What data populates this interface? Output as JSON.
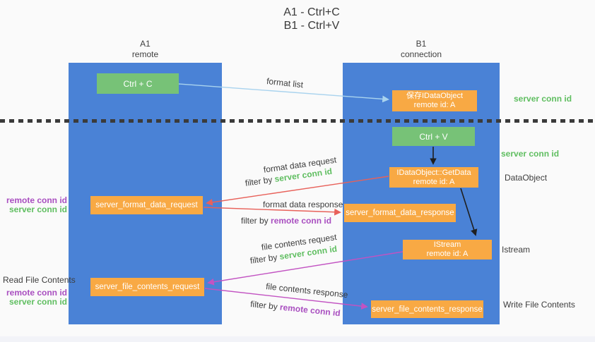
{
  "title": {
    "line1": "A1 - Ctrl+C",
    "line2": "B1 - Ctrl+V"
  },
  "lanes": {
    "a1": {
      "name": "A1",
      "subtitle": "remote"
    },
    "b1": {
      "name": "B1",
      "subtitle": "connection"
    }
  },
  "boxes": {
    "ctrl_c": {
      "label": "Ctrl + C"
    },
    "ctrl_v": {
      "label": "Ctrl + V"
    },
    "save_idataobject": {
      "line1": "保存IDataObject",
      "line2": "remote id: A"
    },
    "getdata": {
      "line1": "IDataObject::GetData",
      "line2": "remote id: A"
    },
    "istream": {
      "line1": "IStream",
      "line2": "remote id: A"
    },
    "format_request": {
      "label": "server_format_data_request"
    },
    "format_response": {
      "label": "server_format_data_response"
    },
    "file_request": {
      "label": "server_file_contents_request"
    },
    "file_response": {
      "label": "server_file_contents_response"
    }
  },
  "labels": {
    "format_list": "format list",
    "format_data_request": "format data request",
    "format_data_response": "format data response",
    "file_contents_request": "file contents request",
    "file_contents_response": "file contents response",
    "filter_by": "filter by",
    "server_conn_id": "server conn id",
    "remote_conn_id": "remote conn id",
    "dataobject": "DataObject",
    "istream": "Istream",
    "read_file_contents": "Read File Contents",
    "write_file_contents": "Write File Contents"
  },
  "colors": {
    "lane_blue": "#4a82d6",
    "box_green": "#77c277",
    "box_orange": "#f8a944",
    "arrow_light_blue": "#a9d3ee",
    "arrow_red": "#e8615a",
    "arrow_magenta": "#c253c2",
    "arrow_black": "#1f1f1f",
    "label_green": "#5fbe60",
    "label_purple": "#a94fc0",
    "text_dark": "#3d3d3d"
  }
}
